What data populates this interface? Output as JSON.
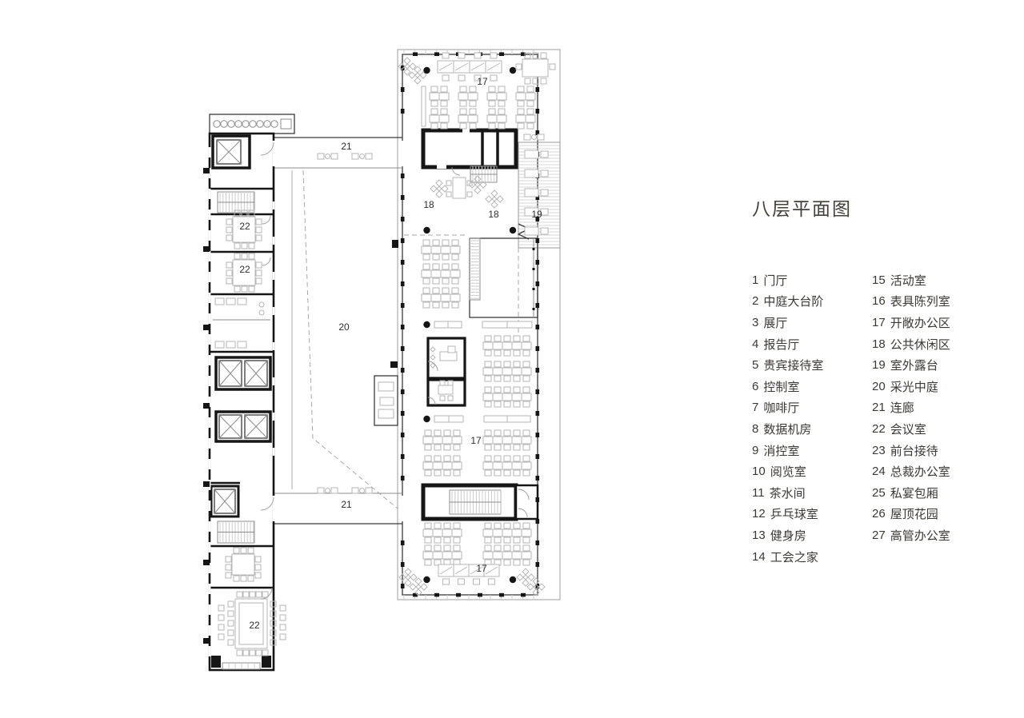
{
  "title": "八层平面图",
  "legend": {
    "left": [
      {
        "num": "1",
        "name": "门厅"
      },
      {
        "num": "2",
        "name": "中庭大台阶"
      },
      {
        "num": "3",
        "name": "展厅"
      },
      {
        "num": "4",
        "name": "报告厅"
      },
      {
        "num": "5",
        "name": "贵宾接待室"
      },
      {
        "num": "6",
        "name": "控制室"
      },
      {
        "num": "7",
        "name": "咖啡厅"
      },
      {
        "num": "8",
        "name": "数据机房"
      },
      {
        "num": "9",
        "name": "消控室"
      },
      {
        "num": "10",
        "name": "阅览室"
      },
      {
        "num": "11",
        "name": "茶水间"
      },
      {
        "num": "12",
        "name": "乒乓球室"
      },
      {
        "num": "13",
        "name": "健身房"
      },
      {
        "num": "14",
        "name": "工会之家"
      }
    ],
    "right": [
      {
        "num": "15",
        "name": "活动室"
      },
      {
        "num": "16",
        "name": "表具陈列室"
      },
      {
        "num": "17",
        "name": "开敞办公区"
      },
      {
        "num": "18",
        "name": "公共休闲区"
      },
      {
        "num": "19",
        "name": "室外露台"
      },
      {
        "num": "20",
        "name": "采光中庭"
      },
      {
        "num": "21",
        "name": "连廊"
      },
      {
        "num": "22",
        "name": "会议室"
      },
      {
        "num": "23",
        "name": "前台接待"
      },
      {
        "num": "24",
        "name": "总裁办公室"
      },
      {
        "num": "25",
        "name": "私宴包厢"
      },
      {
        "num": "26",
        "name": "屋顶花园"
      },
      {
        "num": "27",
        "name": "高管办公室"
      }
    ]
  },
  "plan_labels": [
    "17",
    "18",
    "18",
    "19",
    "20",
    "21",
    "21",
    "22",
    "22",
    "22",
    "17",
    "17"
  ],
  "colors": {
    "ink": "#3b3835",
    "wall": "#161616",
    "furniture": "#b6b6b6",
    "background": "#ffffff"
  }
}
